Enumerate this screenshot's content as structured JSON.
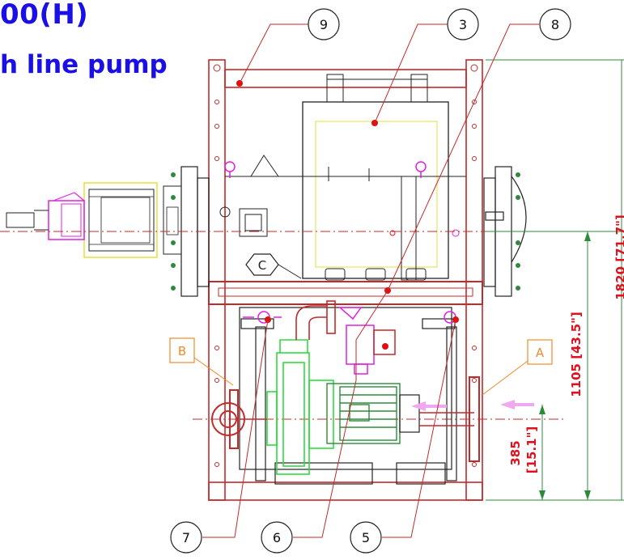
{
  "title": {
    "line1": "00(H)",
    "line2": "h line pump"
  },
  "callouts": {
    "top": [
      "9",
      "3",
      "8"
    ],
    "bottom": [
      "7",
      "6",
      "5"
    ]
  },
  "connections": {
    "a": "A",
    "b": "B",
    "c": "C"
  },
  "dimensions": {
    "overall": "1820 [71.7\"]",
    "centerline": "1105 [43.5\"]",
    "inlet_line1": "385",
    "inlet_line2": "[15.1\"]"
  },
  "colors": {
    "title": "#1a10e6",
    "frame": "#c42a2a",
    "dimension": "#e0101e",
    "pump": "#2edc3e",
    "valve": "#e020e0",
    "flag": "#f08a2a",
    "dim_line": "#2c8a3a",
    "marker": "#e01010"
  }
}
